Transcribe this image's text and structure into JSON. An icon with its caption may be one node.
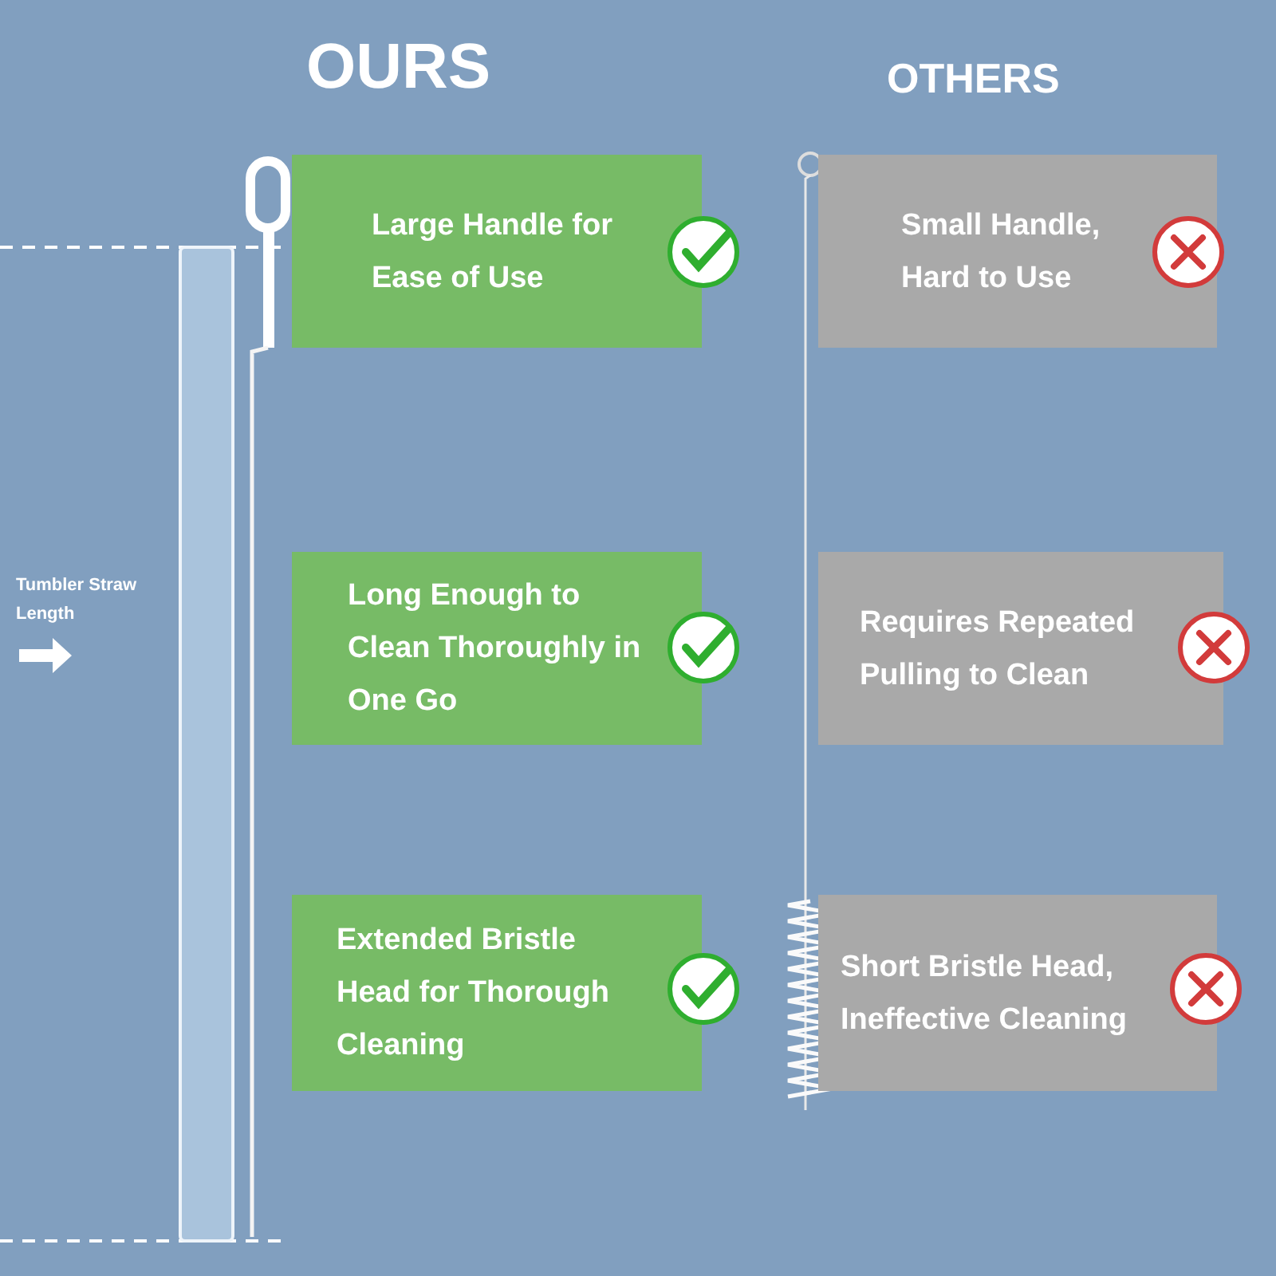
{
  "diagram": {
    "nodes": [
      {
        "text": [
          "Large Handle for Ease of Use"
        ]
      },
      {
        "text": [
          "Small Handle, Hard to Use"
        ]
      },
      {
        "text": [
          "Long Enough to Clean Thoroughly in One Go"
        ]
      },
      {
        "text": [
          "Requires Repeated Pulling to Clean"
        ]
      },
      {
        "text": [
          "Extended Bristle Head for Thorough Cleaning"
        ]
      },
      {
        "text": [
          "Short Bristle Head, Ineffective Cleaning"
        ]
      }
    ],
    "labels": [
      "OURS",
      "OTHERS",
      "Tumbler Straw Length"
    ]
  }
}
